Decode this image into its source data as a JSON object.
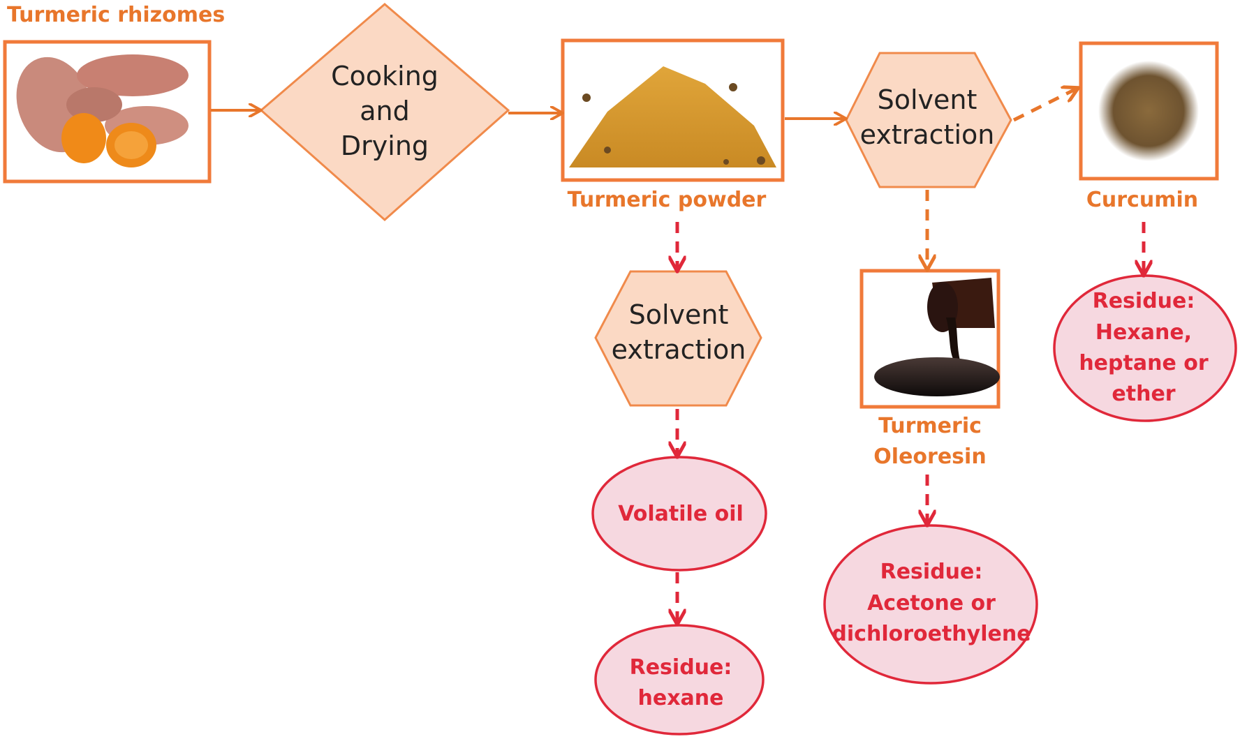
{
  "labels": {
    "turmeric_rhizomes": "Turmeric rhizomes",
    "turmeric_powder": "Turmeric powder",
    "curcumin": "Curcumin",
    "turmeric_oleoresin_1": "Turmeric",
    "turmeric_oleoresin_2": "Oleoresin"
  },
  "process": {
    "cooking": [
      "Cooking",
      "and",
      "Drying"
    ],
    "solvent_top": [
      "Solvent",
      "extraction"
    ],
    "solvent_mid": [
      "Solvent",
      "extraction"
    ]
  },
  "products": {
    "volatile_oil": "Volatile oil",
    "residue_hexane": [
      "Residue:",
      "hexane"
    ],
    "residue_acetone": [
      "Residue:",
      "Acetone or",
      "dichloroethylene"
    ],
    "residue_hexane_heptane": [
      "Residue:",
      "Hexane,",
      "heptane or",
      "ether"
    ]
  },
  "colors": {
    "accent_orange": "#e8762b",
    "residue_red": "#e0283a",
    "process_fill": "#fbd9c4",
    "ellipse_fill": "#f6d8e0"
  }
}
